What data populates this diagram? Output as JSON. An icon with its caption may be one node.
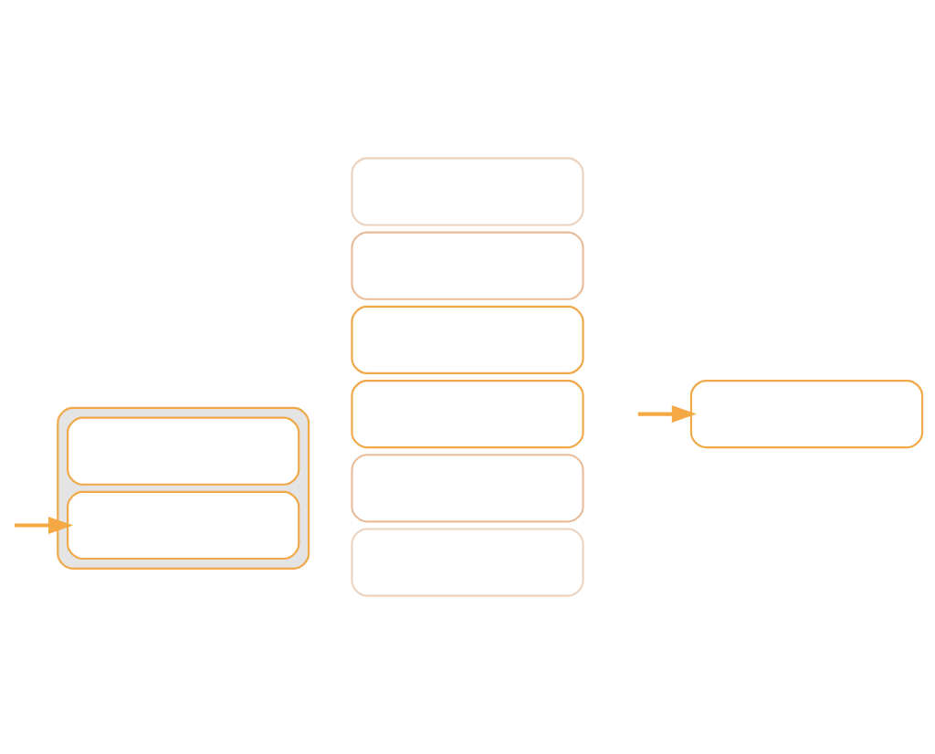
{
  "diagram": {
    "nodes": [
      {
        "text": [],
        "shape": "box"
      },
      {
        "text": [],
        "shape": "box"
      },
      {
        "text": [],
        "shape": "box"
      },
      {
        "text": [],
        "shape": "box"
      },
      {
        "text": [],
        "shape": "box",
        "in": 3
      },
      {
        "text": [],
        "shape": "box",
        "in": 3
      },
      {
        "text": [],
        "shape": "box"
      },
      {
        "text": [],
        "shape": "box"
      },
      {
        "text": [],
        "shape": "box"
      },
      {
        "text": [],
        "shape": "box"
      }
    ],
    "edges": [
      {
        "from": null,
        "to": 5,
        "arrow": "to"
      },
      {
        "from": null,
        "to": 6,
        "arrow": "to"
      }
    ]
  }
}
